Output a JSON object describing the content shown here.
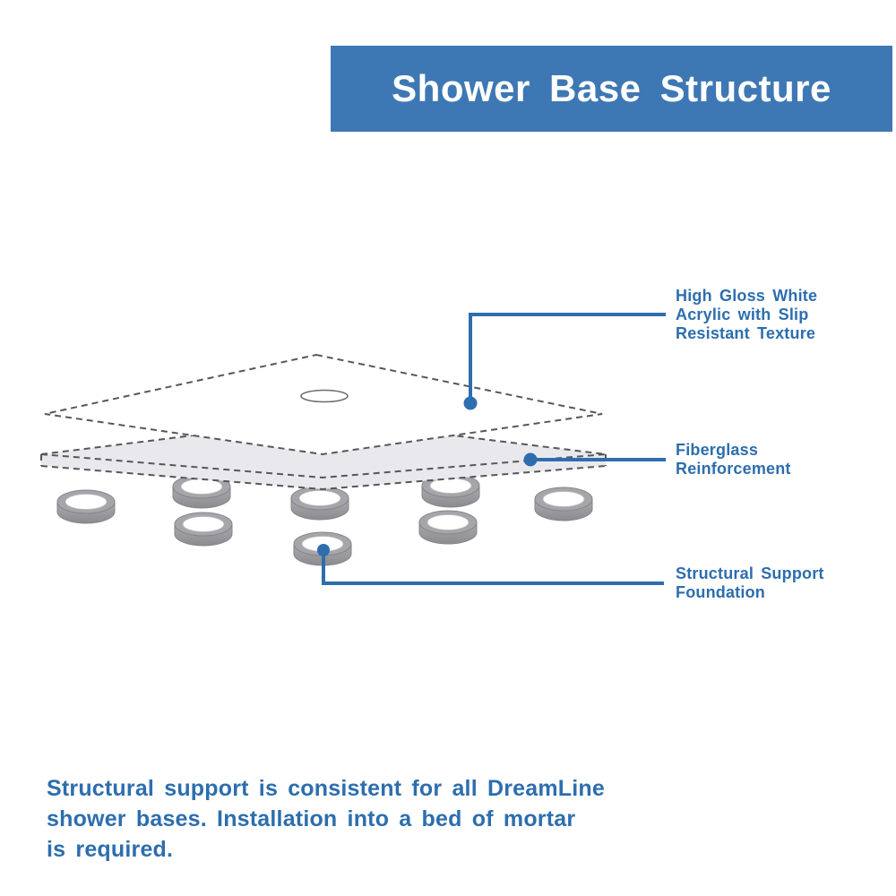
{
  "title": {
    "label": "Shower Base Structure"
  },
  "callouts": {
    "acrylic": {
      "lines": [
        "High Gloss White",
        "Acrylic with Slip",
        "Resistant Texture"
      ]
    },
    "fiberglass": {
      "lines": [
        "Fiberglass",
        "Reinforcement"
      ]
    },
    "foundation": {
      "lines": [
        "Structural Support",
        "Foundation"
      ]
    }
  },
  "footer": {
    "lines": [
      "Structural support is consistent for all DreamLine",
      "shower bases. Installation into a bed of mortar",
      "is required."
    ]
  },
  "colors": {
    "banner_blue": "#3e78b4",
    "text_blue": "#2d6eae",
    "callout_line_blue": "#2d6eae",
    "slab_fill_gray": "#e9e9ed",
    "ring_gray": "#9a9a9e",
    "dashed_outline_gray": "#57575b"
  },
  "diagram": {
    "layers": [
      {
        "name": "acrylic-sheet",
        "outline": "dashed",
        "fill": "white",
        "has_drain_hole": true
      },
      {
        "name": "fiberglass-slab",
        "outline": "dashed",
        "fill": "light-gray"
      },
      {
        "name": "support-rings",
        "ring_count": 8
      }
    ]
  }
}
